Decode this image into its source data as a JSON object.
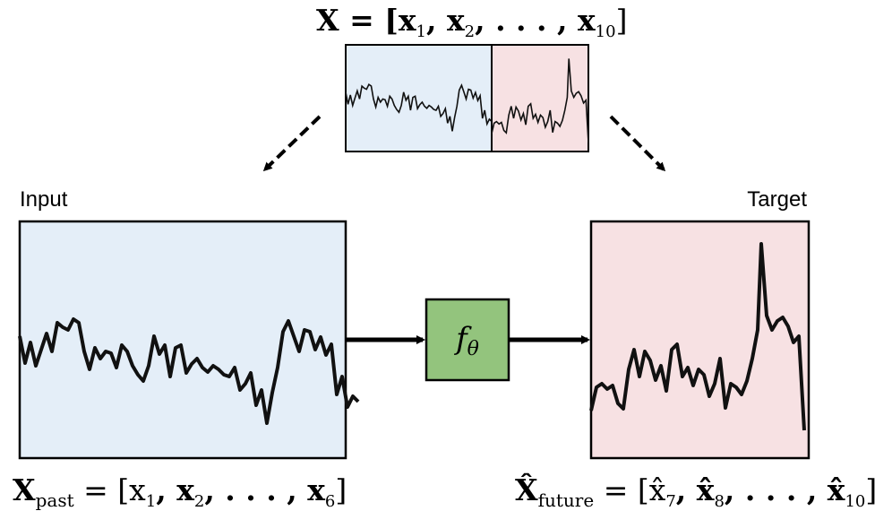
{
  "top_label": {
    "main": "X = [x",
    "sub1": "1",
    "mid1": ", x",
    "sub2": "2",
    "mid2": ", . . . , x",
    "sub3": "10",
    "tail": "]"
  },
  "input_label": "Input",
  "target_label": "Target",
  "function_label": {
    "main": "f",
    "sub": "θ"
  },
  "past_label": {
    "main": "X",
    "sub": "past",
    "mid": " = [x",
    "sub1": "1",
    "mid1": ", x",
    "sub2": "2",
    "mid2": ", . . . , x",
    "sub3": "6",
    "tail": "]"
  },
  "future_label": {
    "main": "X̂",
    "sub": "future",
    "mid": " = [x̂",
    "sub1": "7",
    "mid1": ", x̂",
    "sub2": "8",
    "mid2": ", . . . , x̂",
    "sub3": "10",
    "tail": "]"
  },
  "colors": {
    "past_fill": "#e4eef8",
    "future_fill": "#f7e1e3",
    "function_fill": "#93c47d",
    "stroke": "#000000"
  }
}
